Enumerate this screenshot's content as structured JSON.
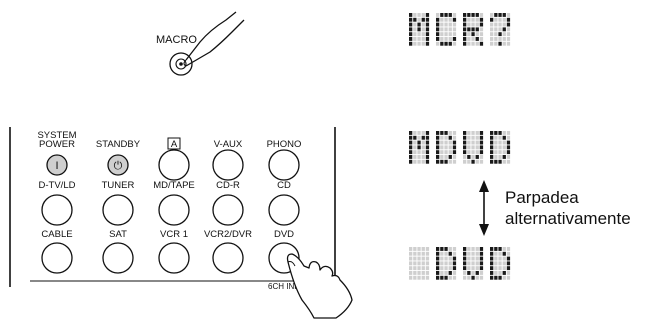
{
  "macro_label": "MACRO",
  "keypad": {
    "rows": [
      [
        {
          "label_lines": [
            "SYSTEM",
            "POWER"
          ],
          "symbol": "I",
          "shaded": true
        },
        {
          "label_lines": [
            "STANDBY"
          ],
          "symbol": "⏻",
          "shaded": true
        },
        {
          "label_lines": [
            "A"
          ],
          "boxed": true,
          "symbol": "",
          "shaded": false
        },
        {
          "label_lines": [
            "V-AUX"
          ],
          "symbol": "",
          "shaded": false
        },
        {
          "label_lines": [
            "PHONO"
          ],
          "symbol": "",
          "shaded": false
        }
      ],
      [
        {
          "label_lines": [
            "D-TV/LD"
          ],
          "symbol": "",
          "shaded": false
        },
        {
          "label_lines": [
            "TUNER"
          ],
          "symbol": "",
          "shaded": false
        },
        {
          "label_lines": [
            "MD/TAPE"
          ],
          "symbol": "",
          "shaded": false
        },
        {
          "label_lines": [
            "CD-R"
          ],
          "symbol": "",
          "shaded": false
        },
        {
          "label_lines": [
            "CD"
          ],
          "symbol": "",
          "shaded": false
        }
      ],
      [
        {
          "label_lines": [
            "CABLE"
          ],
          "symbol": "",
          "shaded": false
        },
        {
          "label_lines": [
            "SAT"
          ],
          "symbol": "",
          "shaded": false
        },
        {
          "label_lines": [
            "VCR 1"
          ],
          "symbol": "",
          "shaded": false
        },
        {
          "label_lines": [
            "VCR2/DVR"
          ],
          "symbol": "",
          "shaded": false
        },
        {
          "label_lines": [
            "DVD"
          ],
          "symbol": "",
          "shaded": false
        }
      ]
    ],
    "footer_label": "6CH INPUT"
  },
  "displays": [
    {
      "text": "MCR?",
      "chars": 4
    },
    {
      "text": "MDVD",
      "chars": 4
    },
    {
      "text": "DVD",
      "chars": 4
    }
  ],
  "blink_note_lines": [
    "Parpadea",
    "alternativamente"
  ]
}
